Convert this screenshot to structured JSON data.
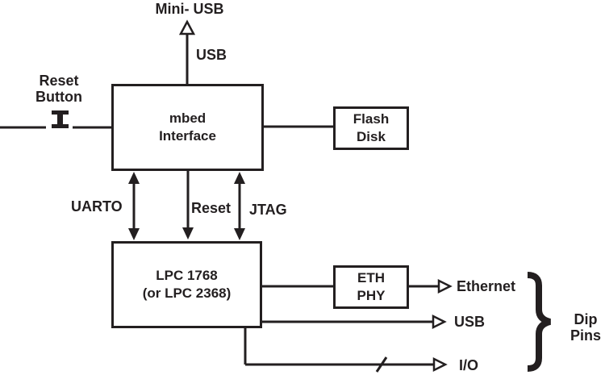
{
  "diagram": {
    "labels": {
      "mini_usb": "Mini- USB",
      "usb_top": "USB",
      "reset_button_line1": "Reset",
      "reset_button_line2": "Button",
      "uart0": "UARTO",
      "reset_mid": "Reset",
      "jtag": "JTAG",
      "ethernet": "Ethernet",
      "usb_right": "USB",
      "io": "I/O",
      "dip_pins_line1": "Dip",
      "dip_pins_line2": "Pins"
    },
    "boxes": {
      "mbed": {
        "line1": "mbed",
        "line2": "Interface"
      },
      "flash": {
        "line1": "Flash",
        "line2": "Disk"
      },
      "lpc": {
        "line1": "LPC 1768",
        "line2": "(or LPC 2368)"
      },
      "eth": {
        "line1": "ETH",
        "line2": "PHY"
      }
    },
    "colors": {
      "line": "#231f20",
      "background": "#ffffff"
    }
  }
}
